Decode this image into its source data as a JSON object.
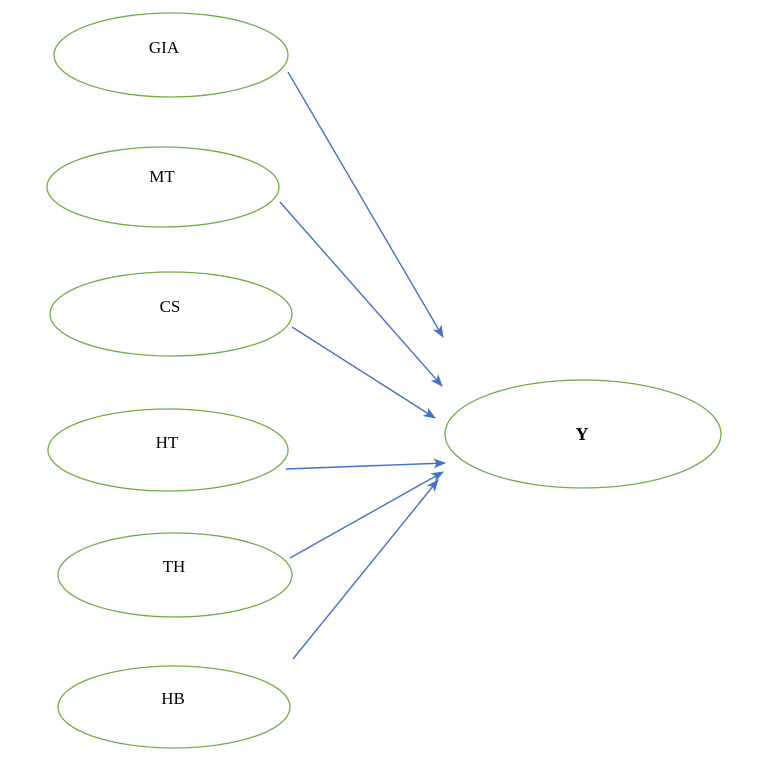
{
  "diagram": {
    "nodes": [
      {
        "id": "GIA",
        "label": "GIA"
      },
      {
        "id": "MT",
        "label": "MT"
      },
      {
        "id": "CS",
        "label": "CS"
      },
      {
        "id": "HT",
        "label": "HT"
      },
      {
        "id": "TH",
        "label": "TH"
      },
      {
        "id": "HB",
        "label": "HB"
      },
      {
        "id": "Y",
        "label": "Y"
      }
    ],
    "edges": [
      {
        "from": "GIA",
        "to": "Y"
      },
      {
        "from": "MT",
        "to": "Y"
      },
      {
        "from": "CS",
        "to": "Y"
      },
      {
        "from": "HT",
        "to": "Y"
      },
      {
        "from": "TH",
        "to": "Y"
      },
      {
        "from": "HB",
        "to": "Y"
      }
    ],
    "colors": {
      "node_outline": "#70AD47",
      "arrow": "#4472C4",
      "label": "#000000",
      "background": "#ffffff"
    }
  }
}
